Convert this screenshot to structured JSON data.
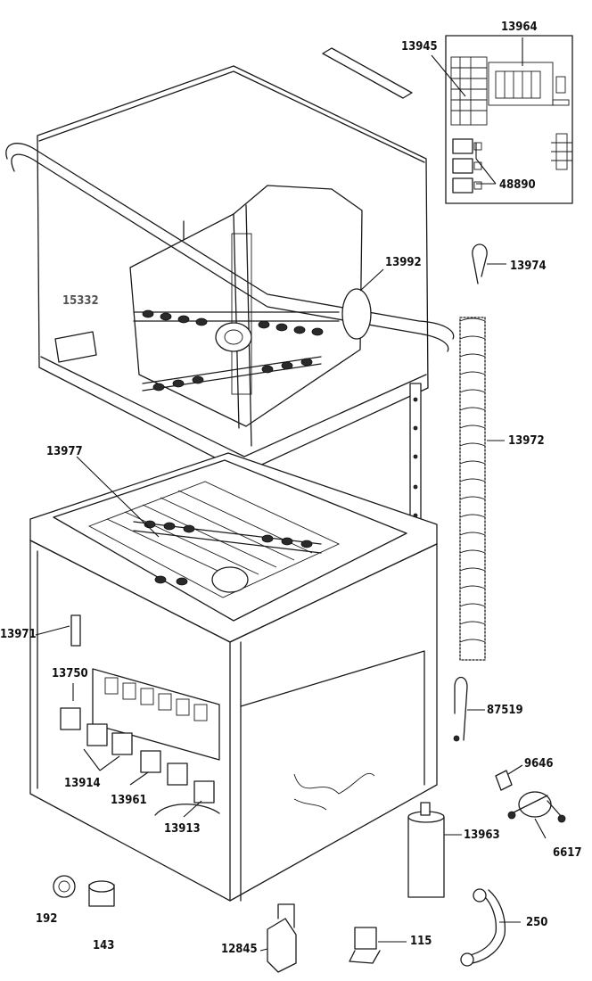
{
  "labels": {
    "p13964": "13964",
    "p13945": "13945",
    "p48890": "48890",
    "p13992": "13992",
    "p13974": "13974",
    "p15332": "15332",
    "p13972": "13972",
    "p13977": "13977",
    "p13971": "13971",
    "p13750": "13750",
    "p87519": "87519",
    "p9646": "9646",
    "p13914": "13914",
    "p13961": "13961",
    "p13913": "13913",
    "p13963": "13963",
    "p6617": "6617",
    "p192": "192",
    "p143": "143",
    "p250": "250",
    "p12845": "12845",
    "p115": "115"
  },
  "colors": {
    "line": "#1a1a1a",
    "background": "#ffffff"
  }
}
